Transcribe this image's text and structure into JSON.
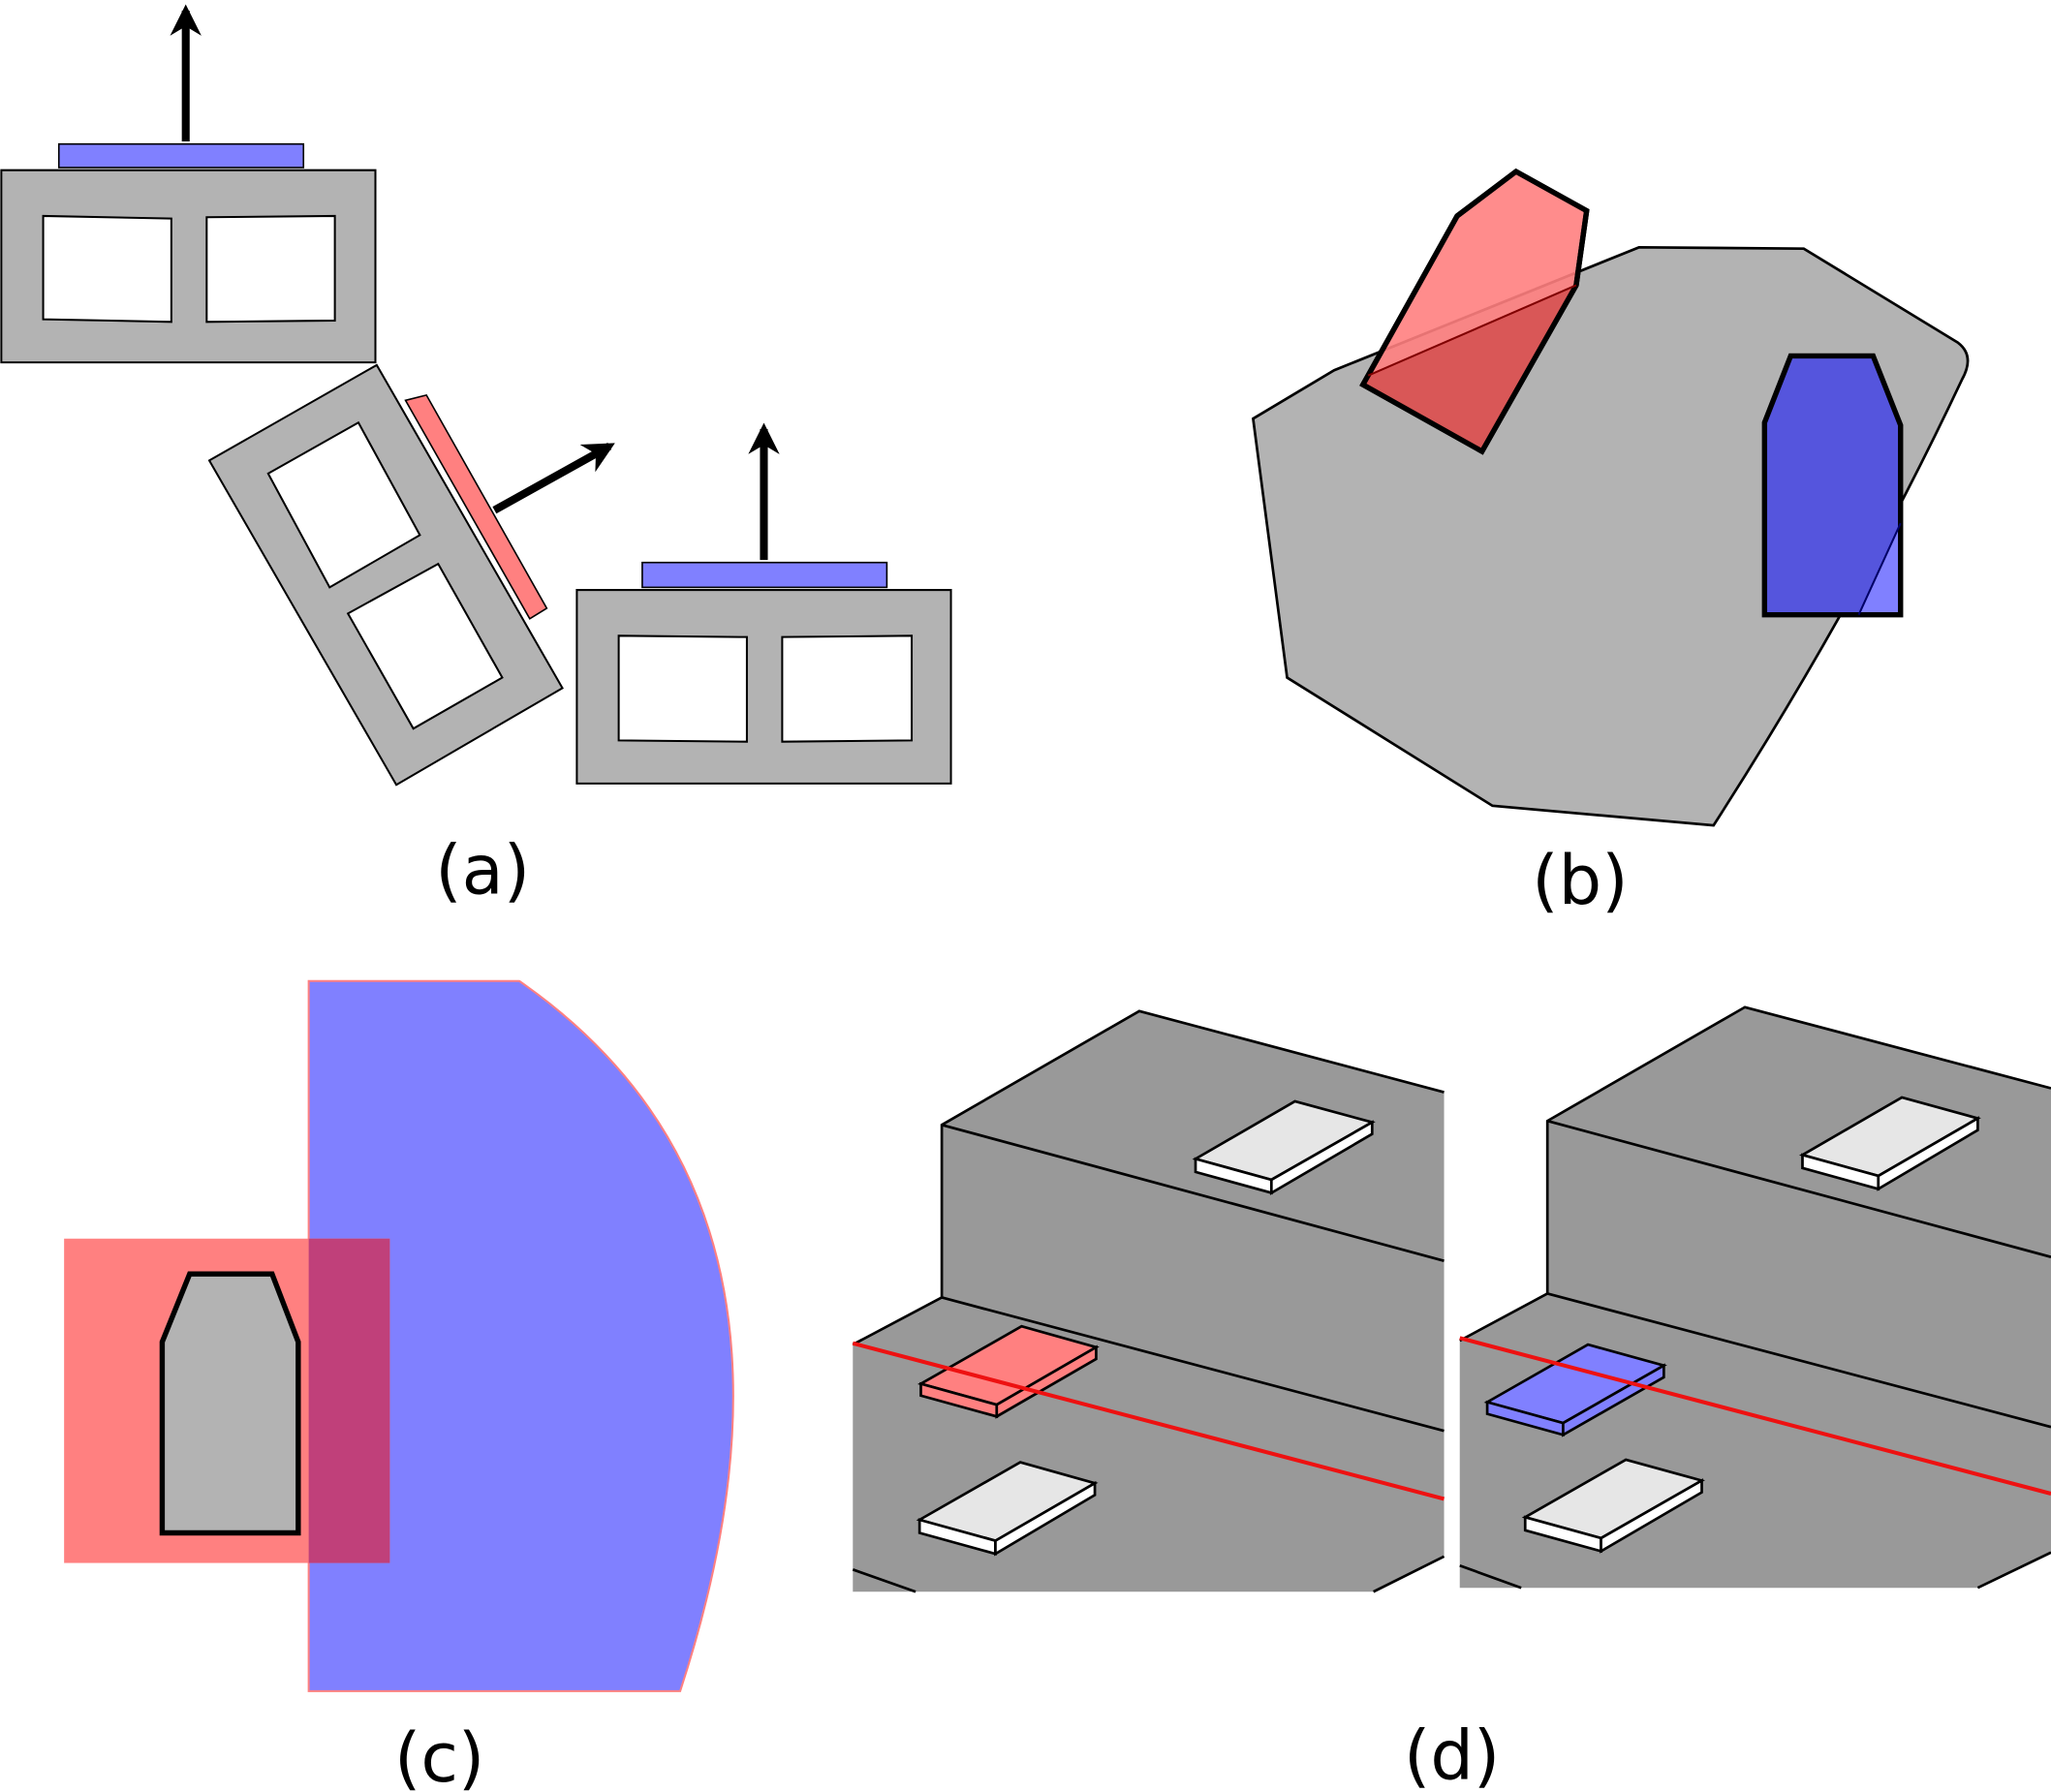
{
  "panels": {
    "a": {
      "caption": "(a)"
    },
    "b": {
      "caption": "(b)"
    },
    "c": {
      "caption": "(c)"
    },
    "d": {
      "caption": "(d)"
    }
  },
  "colors": {
    "block_gray": "#b3b3b3",
    "stair_gray": "#999999",
    "pad_white": "#e6e6e6",
    "contact_blue": "#8080ff",
    "contact_red": "#ff8080",
    "deep_blue": "#5555dd",
    "line_red": "#ee1111"
  }
}
